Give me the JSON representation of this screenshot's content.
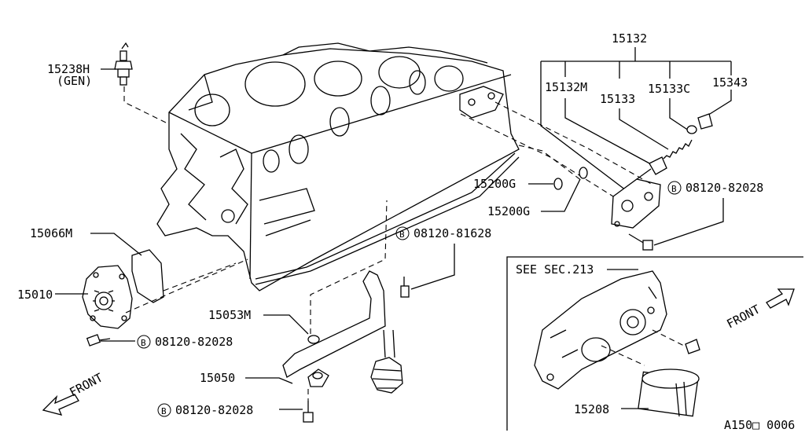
{
  "labels": {
    "sensor": "15238H",
    "sensor_sub": "(GEN)",
    "gasket": "15066M",
    "pump": "15010",
    "bolt_pump": "08120-82028",
    "oring": "15053M",
    "strainer": "15050",
    "bolt_strainer": "08120-82028",
    "bolt_bracket": "08120-81628",
    "regulator_group": "15132",
    "regulator_sub1": "15132M",
    "regulator_sub2": "15133",
    "regulator_sub3": "15133C",
    "regulator_sub4": "15343",
    "seal1": "15200G",
    "seal2": "15200G",
    "bolt_regulator": "08120-82028",
    "see_sec": "SEE SEC.213",
    "filter": "15208",
    "front_left": "FRONT",
    "front_right": "FRONT",
    "bolt_symbol": "B",
    "diagram_id": "A150□ 0006"
  }
}
